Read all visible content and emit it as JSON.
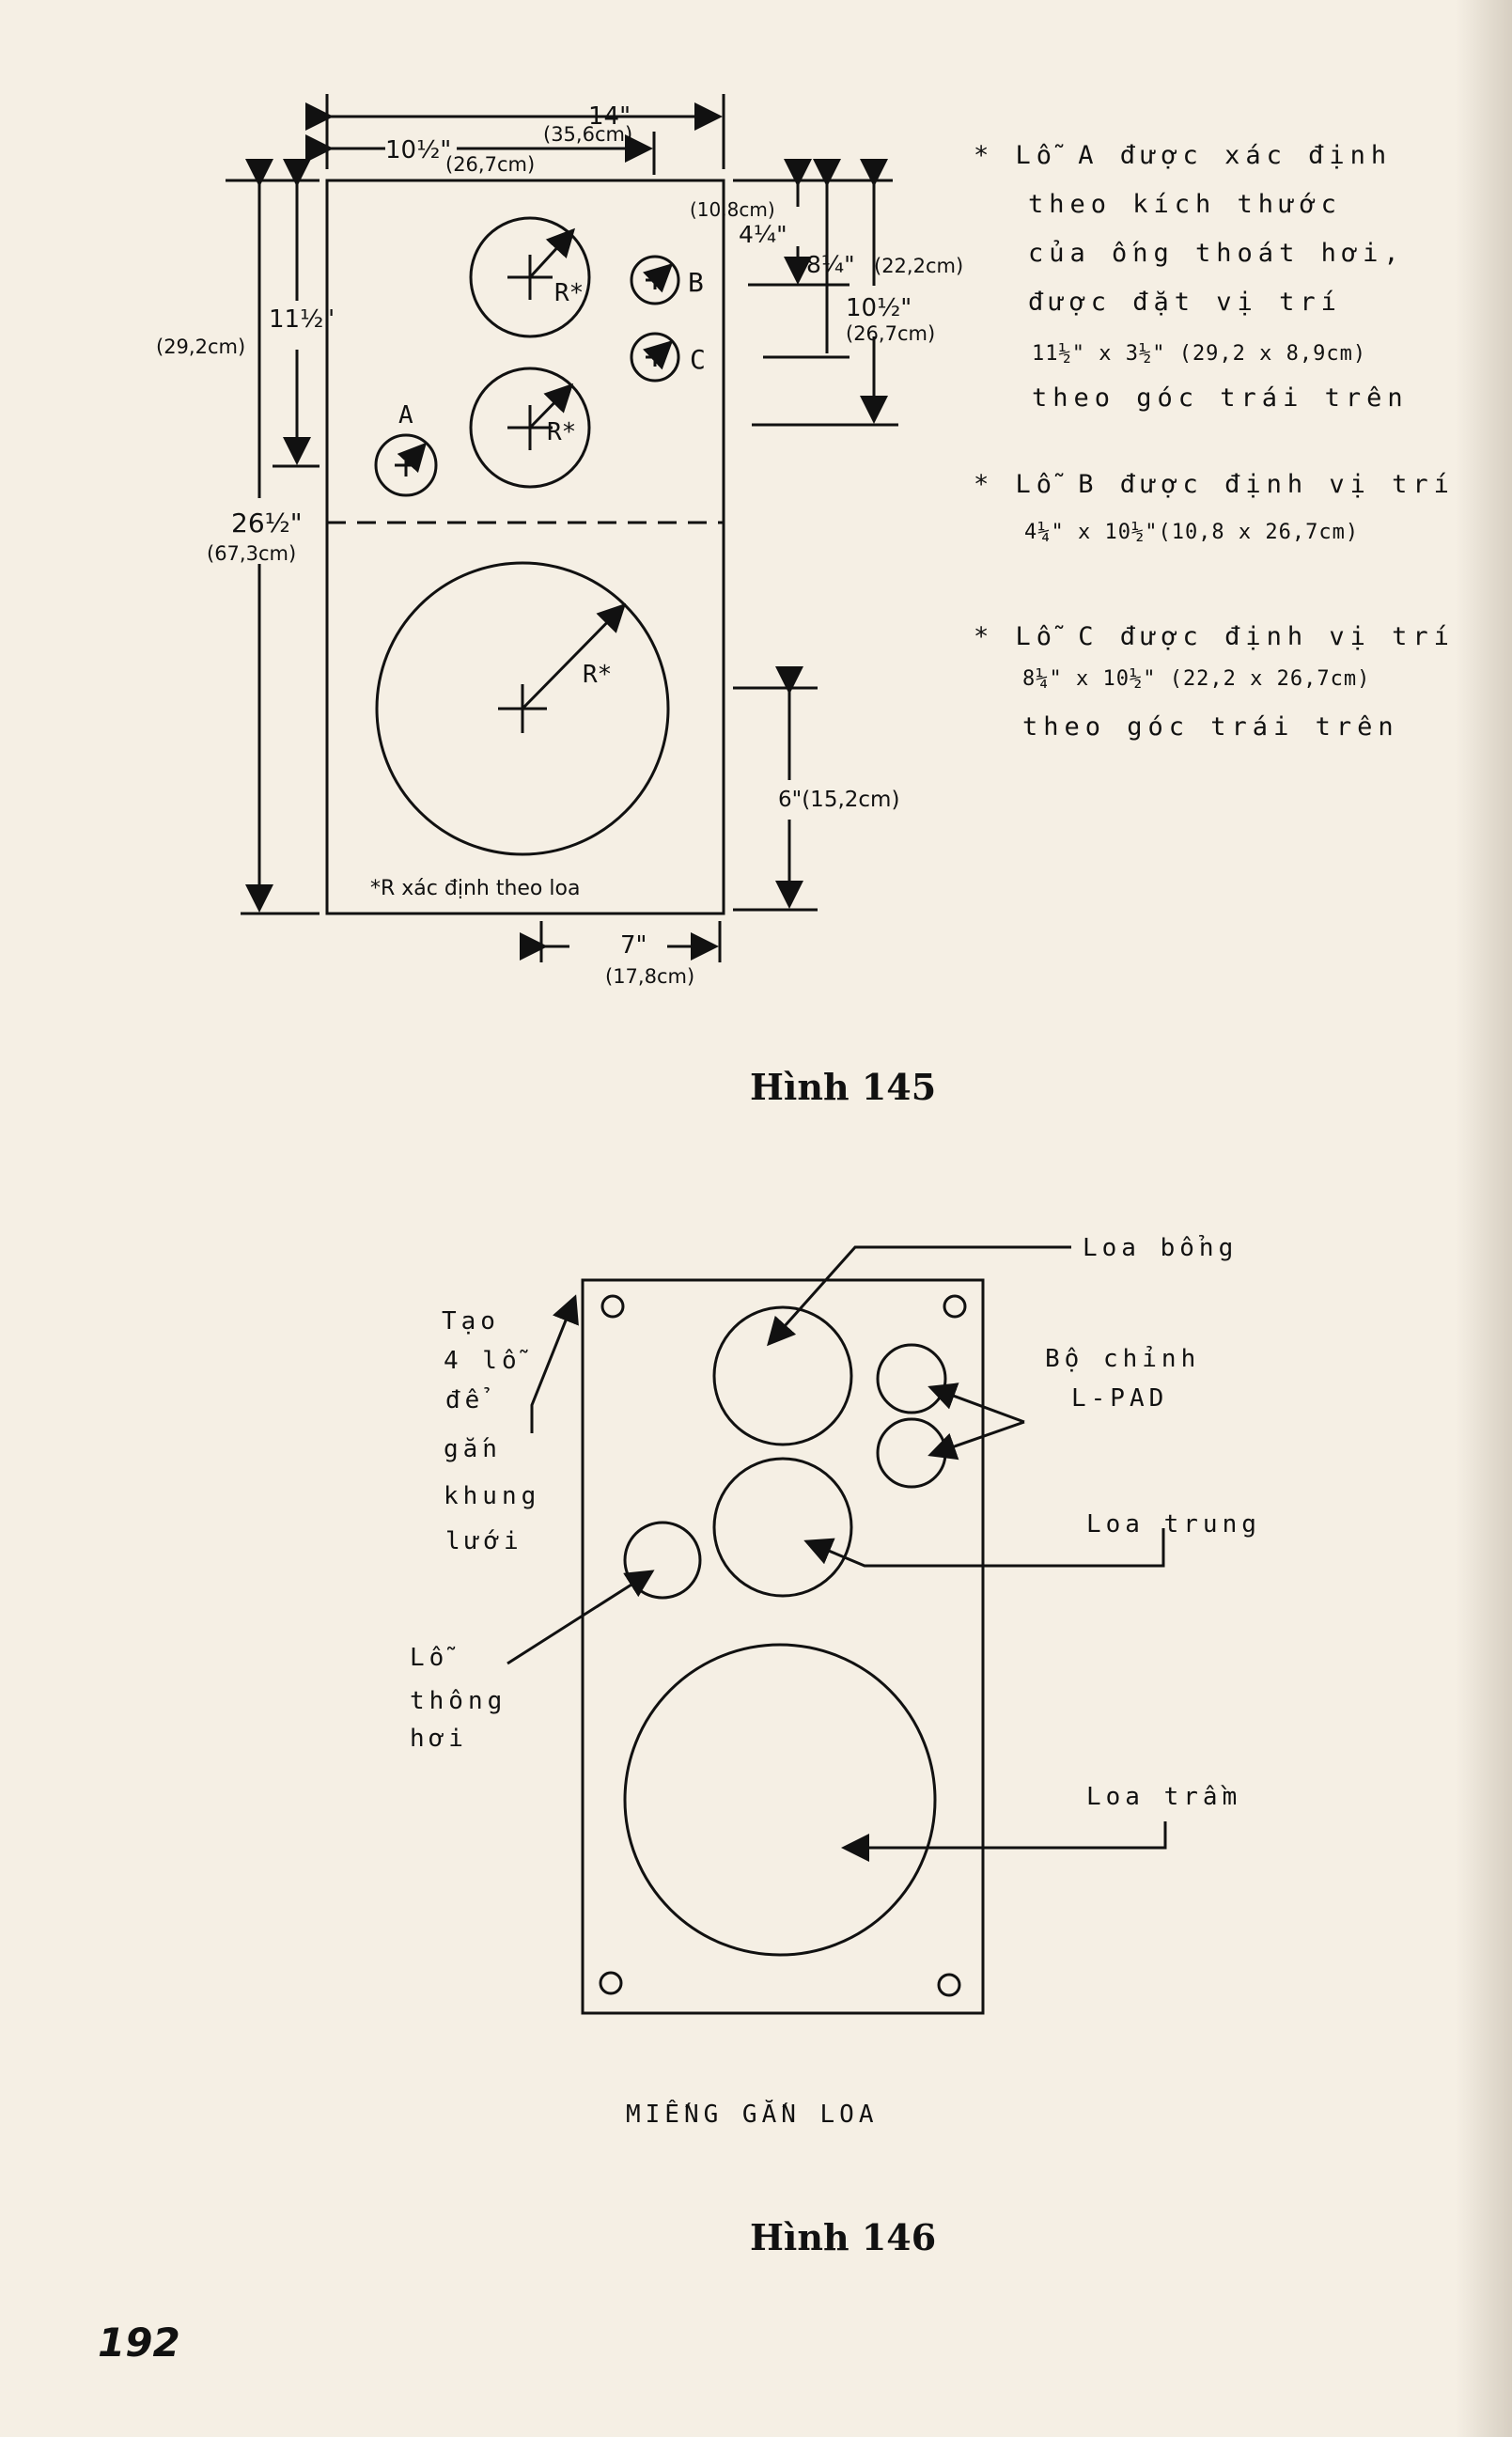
{
  "fig145": {
    "caption": "Hình 145",
    "dims": {
      "w14": "14\"",
      "w14cm": "(35,6cm)",
      "w10h": "10½\"",
      "w10hcm": "(26,7cm)",
      "h11h": "11½\"",
      "h29cm": "(29,2cm)",
      "h26h": "26½\"",
      "h67cm": "(67,3cm)",
      "r108cm": "(10,8cm)",
      "r4q": "4¼\"",
      "r8q": "8¼\"",
      "r222cm": "(22,2cm)",
      "r10h": "10½\"",
      "r267cm": "(26,7cm)",
      "b6": "6\"(15,2cm)",
      "b7": "7\"",
      "b178cm": "(17,8cm)"
    },
    "labels": {
      "R": "R*",
      "A": "A",
      "B": "B",
      "C": "C"
    },
    "footnote": "*R xác định theo loa",
    "notes": {
      "a1": "* Lỗ A được xác định",
      "a2": "theo kích thước",
      "a3": "của ống thoát hơi,",
      "a4": "được đặt vị trí",
      "a5": "11½\" x 3½\" (29,2 x 8,9cm)",
      "a6": "theo góc trái trên",
      "b1": "* Lỗ B được định vị trí",
      "b2": "4¼\" x 10½\"(10,8 x 26,7cm)",
      "c1": "* Lỗ C được định vị trí",
      "c2": "8¼\" x 10½\" (22,2 x 26,7cm)",
      "c3": "theo góc trái trên"
    }
  },
  "fig146": {
    "caption": "Hình 146",
    "title": "MIẾNG GẮN LOA",
    "left_labels": {
      "tao1": "Tạo",
      "tao2": "4 lỗ",
      "tao3": "để",
      "tao4": "gắn",
      "tao5": "khung",
      "tao6": "lưới",
      "lo1": "Lỗ",
      "lo2": "thông",
      "lo3": "hơi"
    },
    "right_labels": {
      "bong": "Loa bổng",
      "lpad1": "Bộ chỉnh",
      "lpad2": "L-PAD",
      "trung": "Loa trung",
      "tram": "Loa trầm"
    }
  },
  "page_number": "192"
}
